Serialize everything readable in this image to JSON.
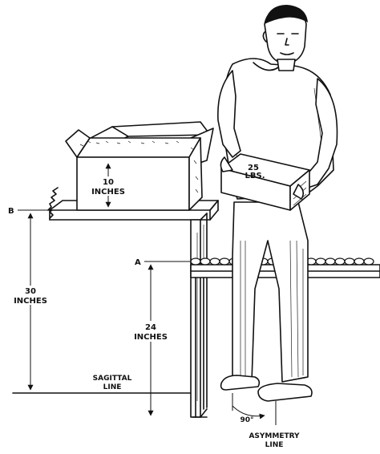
{
  "labels": {
    "point_b": "B",
    "point_a": "A",
    "box_height_value": "10",
    "box_height_unit": "INCHES",
    "load_weight_value": "25",
    "load_weight_unit": "LBS.",
    "shelf_height_value": "30",
    "shelf_height_unit": "INCHES",
    "conveyor_height_value": "24",
    "conveyor_height_unit": "INCHES",
    "sagittal_line_1": "SAGITTAL",
    "sagittal_line_2": "LINE",
    "angle": "90°",
    "asymmetry_line_1": "ASYMMETRY",
    "asymmetry_line_2": "LINE"
  }
}
